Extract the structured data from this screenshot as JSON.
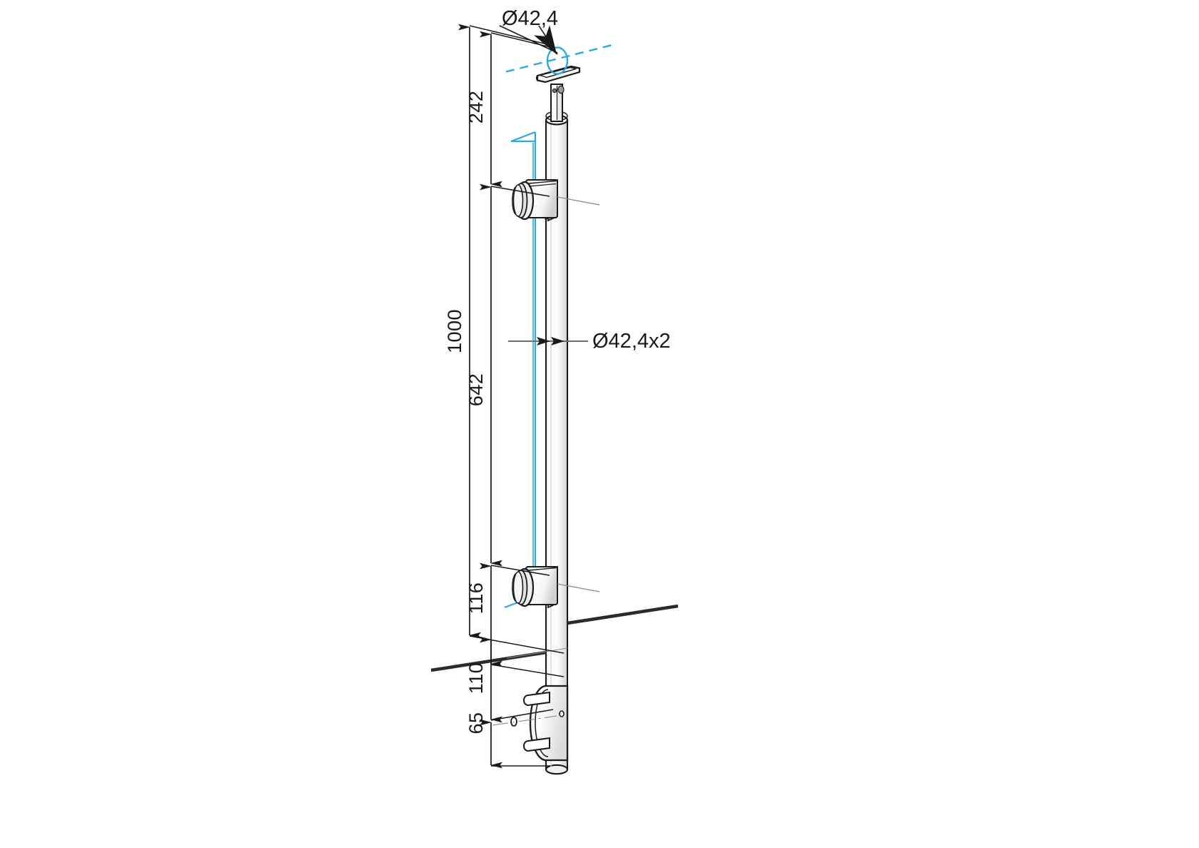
{
  "drawing": {
    "type": "technical-drawing",
    "subject": "balustrade-post-with-glass-clamps",
    "background_color": "#ffffff",
    "line_color": "#1a1a1a",
    "accent_color": "#29abe2",
    "glass_color": "#29abe2"
  },
  "dimensions": {
    "overall_height": "1000",
    "top_to_upper_clamp": "242",
    "upper_clamp_to_lower_clamp": "642",
    "lower_clamp_to_ground": "116",
    "ground_to_baseplate_top": "110",
    "baseplate_section": "65"
  },
  "labels": {
    "handrail_diameter": "Ø42,4",
    "post_tube_spec": "Ø42,4x2"
  },
  "parts": {
    "handrail_saddle": "handrail-saddle-bracket",
    "post_tube": "post-tube",
    "upper_glass_clamp": "upper-glass-clamp",
    "lower_glass_clamp": "lower-glass-clamp",
    "base_plate": "base-plate",
    "glass_panel": "glass-panel-outline",
    "handrail_section": "handrail-circle-section",
    "handrail_centerline": "handrail-centerline"
  }
}
